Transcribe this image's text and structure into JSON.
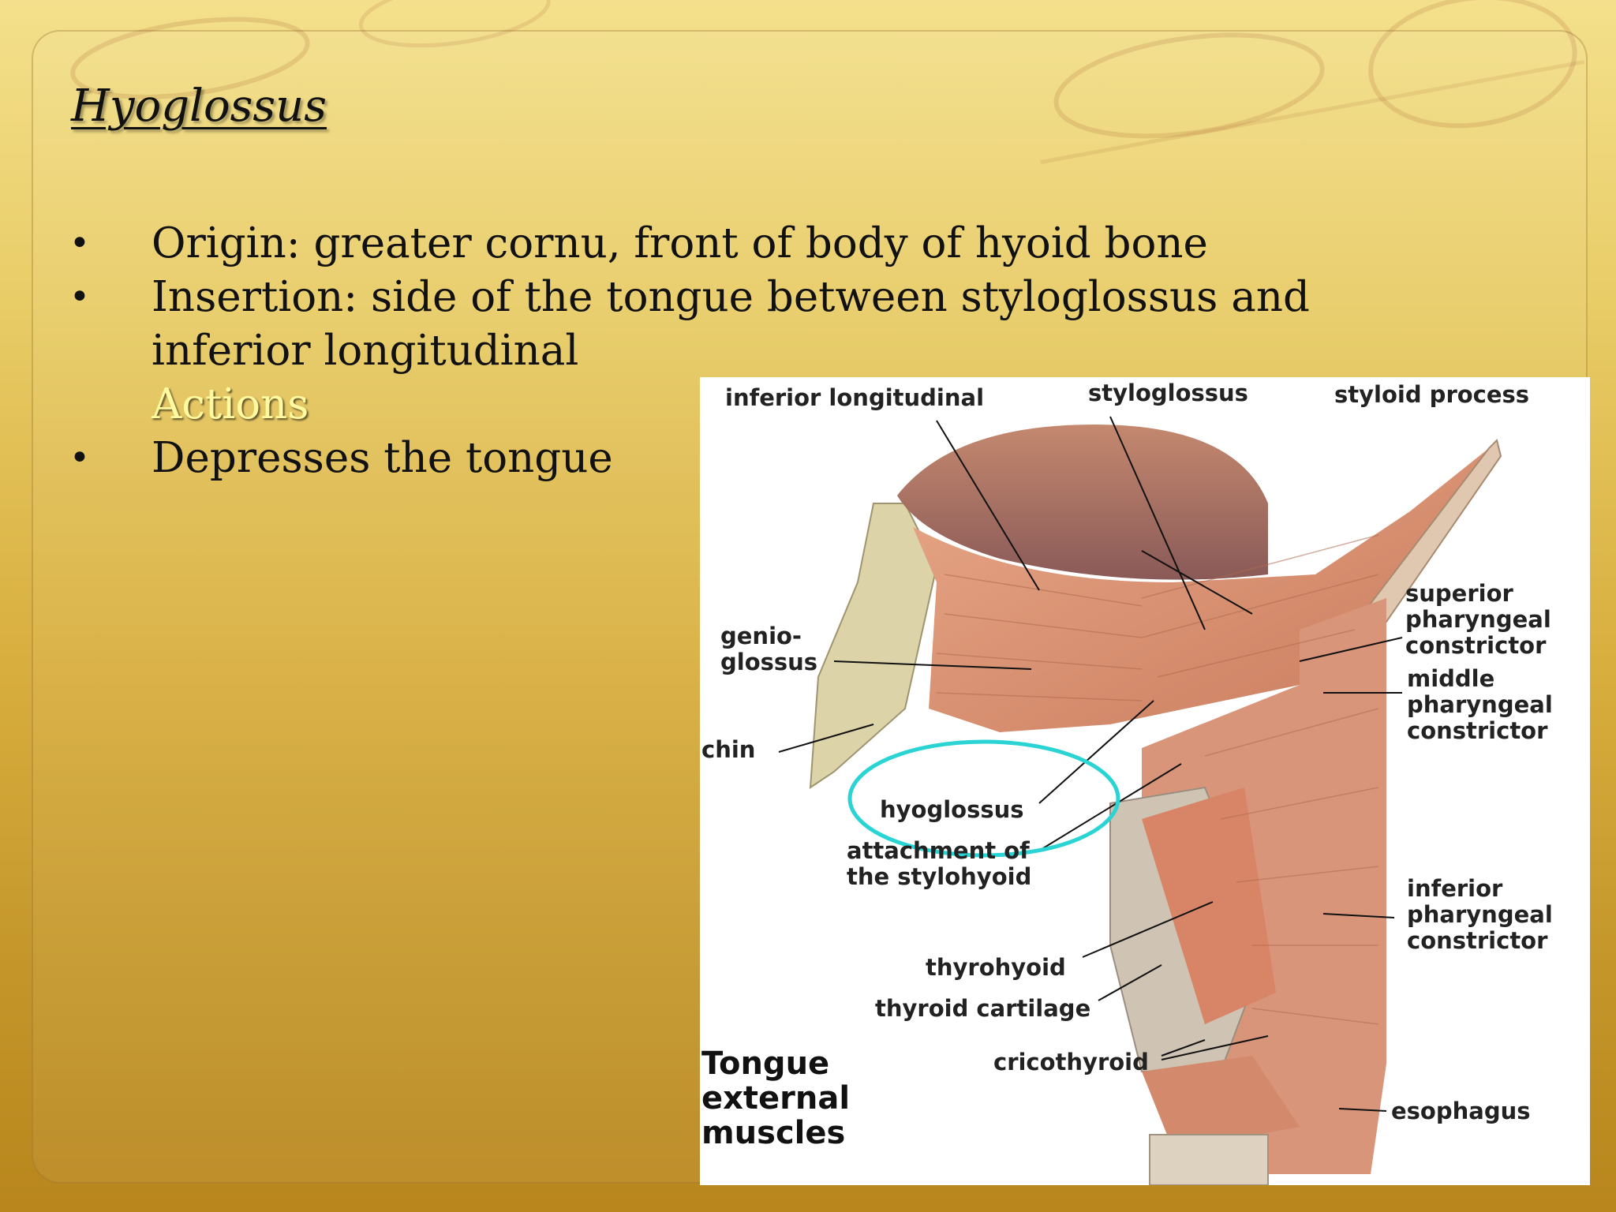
{
  "slide": {
    "title": "Hyoglossus",
    "bullets": [
      "Origin: greater cornu, front of body of hyoid bone",
      "Insertion: side of the tongue between styloglossus and inferior longitudinal",
      "Depresses the tongue"
    ],
    "actions_heading": "Actions"
  },
  "figure": {
    "caption": "Tongue\nexternal\nmuscles",
    "labels": {
      "inferior_longitudinal": "inferior longitudinal",
      "styloglossus": "styloglossus",
      "styloid_process": "styloid process",
      "genioglossus": "genio-\nglossus",
      "superior_pharyngeal": "superior\npharyngeal\nconstrictor",
      "middle_pharyngeal": "middle\npharyngeal\nconstrictor",
      "chin": "chin",
      "hyoglossus": "hyoglossus",
      "attachment_stylohyoid": "attachment of\nthe stylohyoid",
      "inferior_pharyngeal": "inferior\npharyngeal\nconstrictor",
      "thyrohyoid": "thyrohyoid",
      "thyroid_cartilage": "thyroid cartilage",
      "cricothyroid": "cricothyroid",
      "esophagus": "esophagus"
    },
    "highlight_color": "#2ad4d4"
  },
  "colors": {
    "text": "#111111",
    "actions_text": "#fffaa0"
  }
}
